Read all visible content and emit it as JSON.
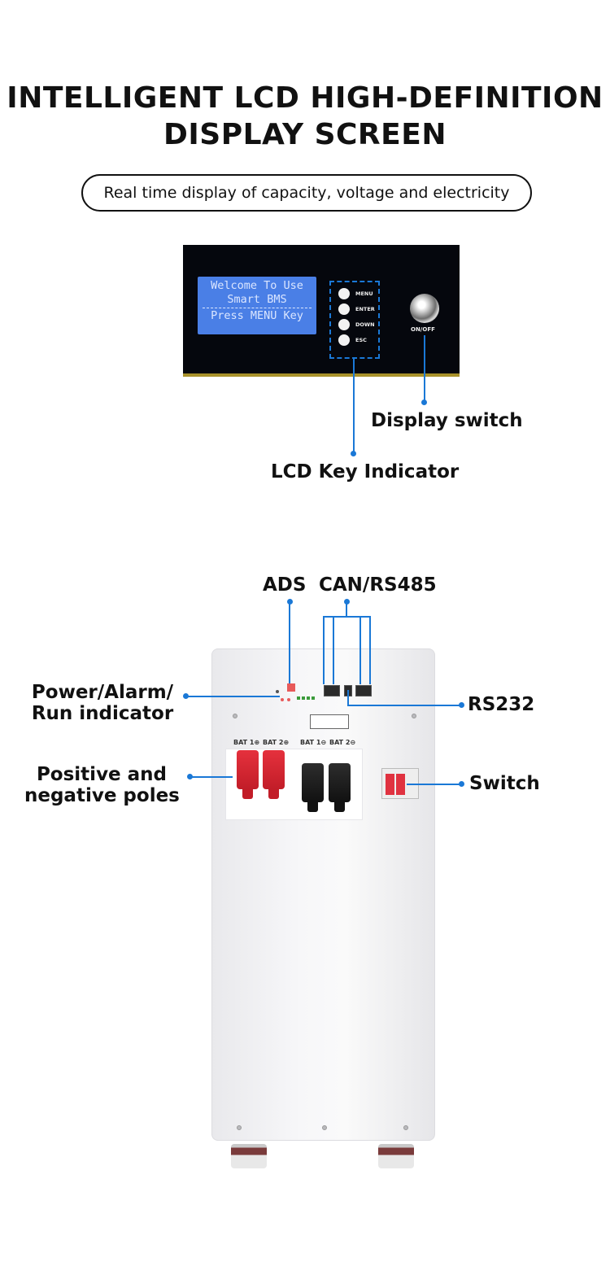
{
  "heading": {
    "line1": "INTELLIGENT LCD HIGH-DEFINITION",
    "line2": "DISPLAY SCREEN"
  },
  "subtitle": "Real time display of capacity, voltage and electricity",
  "lcd_panel": {
    "screen_line1": "Welcome To Use",
    "screen_line2": "Smart BMS",
    "screen_line3": "Press MENU Key",
    "keys": [
      "MENU",
      "ENTER",
      "DOWN",
      "ESC"
    ],
    "switch_label": "ON/OFF"
  },
  "callouts_top": {
    "display_switch": "Display switch",
    "lcd_key_indicator": "LCD Key Indicator"
  },
  "callouts_cabinet": {
    "ads": "ADS",
    "can_rs485": "CAN/RS485",
    "rs232": "RS232",
    "power_alarm_line1": "Power/Alarm/",
    "power_alarm_line2": "Run indicator",
    "poles_line1": "Positive and",
    "poles_line2": "negative poles",
    "switch": "Switch"
  },
  "cabinet_terminals": {
    "bat1_pos": "BAT 1⊕",
    "bat2_pos": "BAT 2⊕",
    "bat1_neg": "BAT 1⊖",
    "bat2_neg": "BAT 2⊖"
  },
  "colors": {
    "accent_line": "#1a78d6",
    "lcd_screen": "#4a7fe6",
    "positive_pole": "#e5313d",
    "negative_pole": "#111111"
  }
}
